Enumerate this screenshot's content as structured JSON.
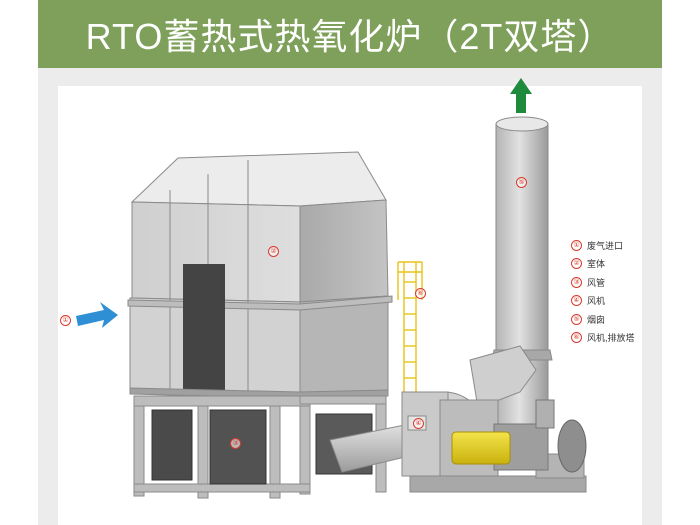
{
  "title": "RTO蓄热式热氧化炉（2T双塔）",
  "legend": [
    {
      "num": "①",
      "label": "废气进口"
    },
    {
      "num": "②",
      "label": "室体"
    },
    {
      "num": "③",
      "label": "风管"
    },
    {
      "num": "④",
      "label": "风机"
    },
    {
      "num": "⑤",
      "label": "烟囱"
    },
    {
      "num": "⑥",
      "label": "风机,排放塔"
    }
  ],
  "callouts": {
    "inlet": "①",
    "chamber": "②",
    "duct": "③",
    "fan": "④",
    "stack": "⑤",
    "ladder": "⑥"
  },
  "colors": {
    "header_green": "#7ea05a",
    "inlet_arrow_blue": "#2f8fd4",
    "outlet_arrow_green": "#1e8a3c",
    "motor_yellow": "#e6d11e",
    "ladder_yellow": "#e8c21a",
    "callout_red": "#d93a2b"
  }
}
